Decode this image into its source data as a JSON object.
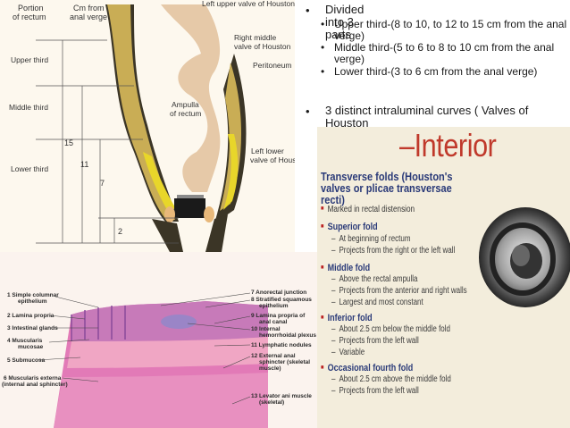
{
  "bullets": [
    {
      "text": "Divided into 3 parts",
      "sub": [
        "Upper third-(8 to 10, to 12 to 15 cm from the anal verge)",
        "Middle third-(5 to 6 to 8 to 10 cm from the anal verge)",
        "Lower third-(3 to 6 cm from the anal verge)"
      ]
    },
    {
      "text": "3 distinct intraluminal curves ( Valves of Houston"
    }
  ],
  "diagram": {
    "labels": {
      "portion": "Portion\nof rectum",
      "cm": "Cm from\nanal verge",
      "left_upper": "Left upper valve of Houston",
      "right_middle": "Right middle\nvalve of Houston",
      "peritoneum": "Peritoneum",
      "ampulla": "Ampulla\nof rectum",
      "left_lower": "Left lower\nvalve of Houstor",
      "upper_third": "Upper third",
      "middle_third": "Middle third",
      "lower_third": "Lower third",
      "n15": "15",
      "n11": "11",
      "n7": "7",
      "n2": "2"
    }
  },
  "interior": {
    "title": "–Interior",
    "subtitle": "Transverse folds (Houston's valves or plicae transversae recti)",
    "intro": "Marked in rectal distension",
    "folds": [
      {
        "name": "Superior fold",
        "items": [
          "At beginning of rectum",
          "Projects from the right or the left wall"
        ]
      },
      {
        "name": "Middle fold",
        "items": [
          "Above the rectal ampulla",
          "Projects from the anterior and right walls",
          "Largest and most constant"
        ]
      },
      {
        "name": "Inferior fold",
        "items": [
          "About 2.5 cm below the middle fold",
          "Projects from the left wall",
          "Variable"
        ]
      },
      {
        "name": "Occasional fourth fold",
        "items": [
          "About 2.5 cm above the middle fold",
          "Projects from the left wall"
        ]
      }
    ]
  },
  "histology": {
    "left_labels": [
      "1 Simple columnar\nepithelium",
      "2 Lamina propria",
      "3 Intestinal glands",
      "4 Muscularis\nmucosae",
      "5 Submucosa",
      "6 Muscularis externa\n(internal anal sphincter)"
    ],
    "right_labels": [
      "7 Anorectal junction",
      "8 Stratified squamous\nepithelium",
      "9 Lamina propria of\nanal canal",
      "10 Internal\nhemorrhoidal plexus",
      "11 Lymphatic nodules",
      "12 External anal\nsphincter (skeletal\nmuscle)",
      "13 Levator ani muscle\n(skeletal)"
    ]
  },
  "colors": {
    "title_red": "#c0392b",
    "heading_blue": "#2a3a78"
  }
}
